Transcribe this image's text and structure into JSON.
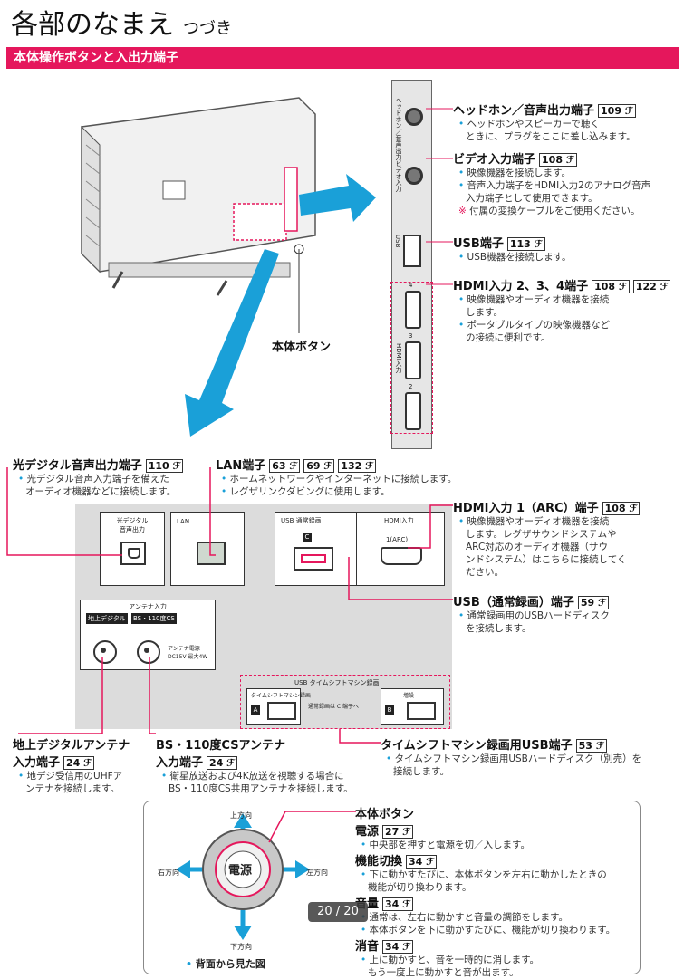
{
  "page": {
    "title": "各部のなまえ",
    "subtitle": "つづき",
    "section": "本体操作ボタンと入出力端子"
  },
  "tv_back": {
    "button_label": "本体ボタン"
  },
  "side_ports": [
    {
      "name": "ヘッドホン／音声出力端子",
      "page": "109",
      "notes": [
        "ヘッドホンやスピーカーで聴く",
        "ときに、プラグをここに差し込みます。"
      ]
    },
    {
      "name": "ビデオ入力端子",
      "page": "108",
      "notes": [
        "映像機器を接続します。",
        "音声入力端子をHDMI入力2のアナログ音声",
        "入力端子として使用できます。"
      ],
      "warning": "付属の変換ケーブルをご使用ください。"
    },
    {
      "name": "USB端子",
      "page": "113",
      "notes": [
        "USB機器を接続します。"
      ]
    },
    {
      "name": "HDMI入力 2、3、4端子",
      "pages": [
        "108",
        "122"
      ],
      "notes": [
        "映像機器やオーディオ機器を接続",
        "します。",
        "ポータブルタイプの映像機器など",
        "の接続に便利です。"
      ]
    }
  ],
  "side_strip": {
    "headphone": "ヘッドホン／音声出力",
    "video": "ビデオ入力",
    "usb": "USB",
    "hdmi": "HDMI入力",
    "hdmi_nums": [
      "4",
      "3",
      "2"
    ]
  },
  "rear_ports": {
    "optical": {
      "name": "光デジタル音声出力端子",
      "page": "110",
      "notes": [
        "光デジタル音声入力端子を備えた",
        "オーディオ機器などに接続します。"
      ],
      "panel_label": "光デジタル\n音声出力"
    },
    "lan": {
      "name": "LAN端子",
      "pages": [
        "63",
        "69",
        "132"
      ],
      "notes": [
        "ホームネットワークやインターネットに接続します。",
        "レグザリンクダビングに使用します。"
      ],
      "panel_label": "LAN"
    },
    "hdmi1": {
      "name": "HDMI入力 1（ARC）端子",
      "page": "108",
      "notes": [
        "映像機器やオーディオ機器を接続",
        "します。レグザサウンドシステムや",
        "ARC対応のオーディオ機器（サウ",
        "ンドシステム）はこちらに接続してく",
        "ださい。"
      ],
      "panel_label": "HDMI入力",
      "port_label": "1(ARC)"
    },
    "usb_rec": {
      "name": "USB（通常録画）端子",
      "page": "59",
      "notes": [
        "通常録画用のUSBハードディスク",
        "を接続します。"
      ],
      "panel_label": "USB 通常録画",
      "port_tag": "C"
    },
    "antenna": {
      "panel_label": "アンテナ入力",
      "ground": "地上デジタル",
      "bs": "BS・110度CS",
      "power": "アンテナ電源\nDC15V 最大4W"
    },
    "terrestrial": {
      "name": "地上デジタルアンテナ",
      "name2": "入力端子",
      "page": "24",
      "notes": [
        "地デジ受信用のUHFア",
        "ンテナを接続します。"
      ]
    },
    "bs_cs": {
      "name": "BS・110度CSアンテナ",
      "name2": "入力端子",
      "page": "24",
      "notes": [
        "衛星放送および4K放送を視聴する場合に",
        "BS・110度CS共用アンテナを接続します。"
      ]
    },
    "timeshift": {
      "name": "タイムシフトマシン録画用USB端子",
      "page": "53",
      "notes": [
        "タイムシフトマシン録画用USBハードディスク（別売）を",
        "接続します。"
      ],
      "panel_label": "USB タイムシフトマシン録画",
      "port_a_label": "タイムシフトマシン録画",
      "port_a_tag": "A",
      "middle": "通常録画は C 端子へ",
      "port_b_label": "増設",
      "port_b_tag": "B"
    }
  },
  "main_button": {
    "title": "本体ボタン",
    "center": "電源",
    "directions": {
      "up": "上方向",
      "down": "下方向",
      "left": "右方向",
      "right": "左方向"
    },
    "caption": "背面から見た図",
    "items": [
      {
        "name": "電源",
        "page": "27",
        "notes": [
          "中央部を押すと電源を切／入します。"
        ]
      },
      {
        "name": "機能切換",
        "page": "34",
        "notes": [
          "下に動かすたびに、本体ボタンを左右に動かしたときの",
          "機能が切り換わります。"
        ]
      },
      {
        "name": "音量",
        "page": "34",
        "notes": [
          "通常は、左右に動かすと音量の調節をします。",
          "本体ボタンを下に動かすたびに、機能が切り換わります。"
        ]
      },
      {
        "name": "消音",
        "page": "34",
        "notes": [
          "上に動かすと、音を一時的に消します。",
          "もう一度上に動かすと音が出ます。"
        ]
      }
    ]
  },
  "viewer": {
    "page_indicator": "20 / 20"
  },
  "colors": {
    "accent": "#e5175c",
    "arrow": "#1aa0d8",
    "panel": "#dcdcdc"
  }
}
